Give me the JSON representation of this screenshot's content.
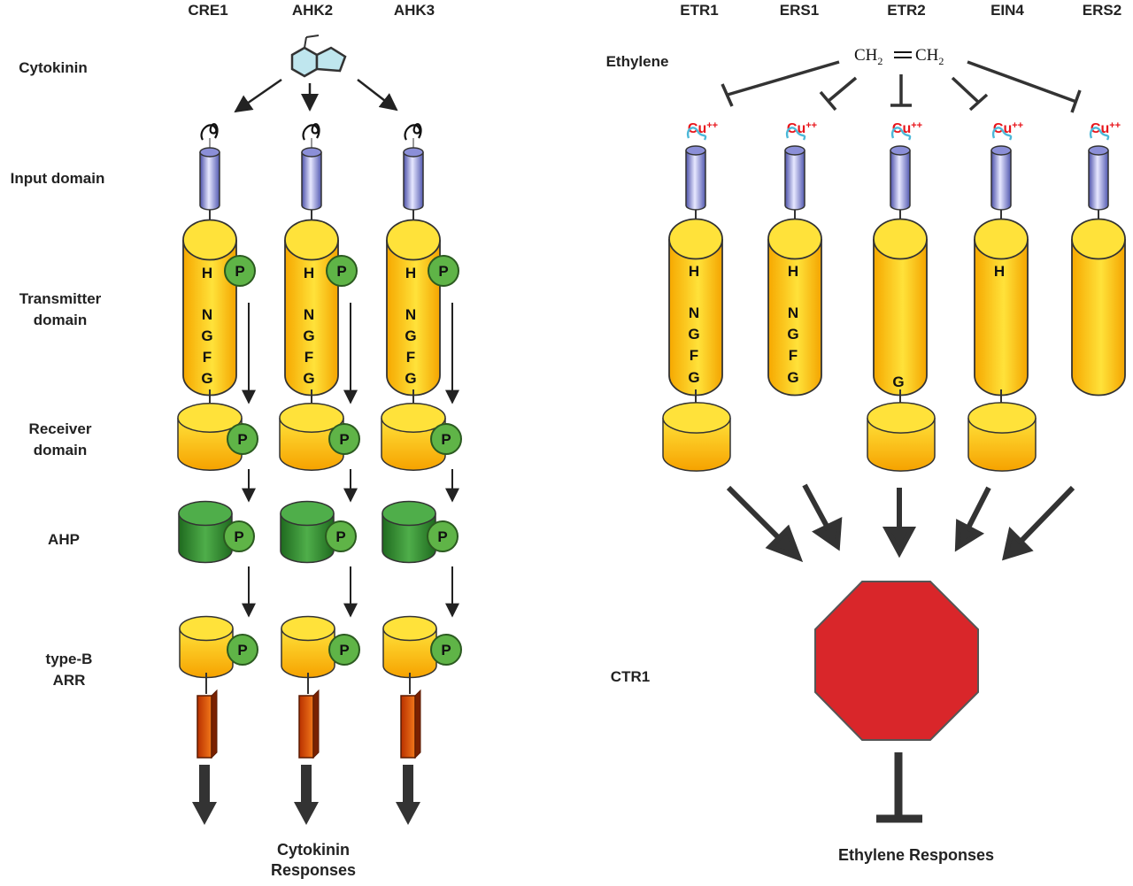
{
  "left_panel": {
    "columns": [
      "CRE1",
      "AHK2",
      "AHK3"
    ],
    "row_labels": {
      "cytokinin": "Cytokinin",
      "input_domain": "Input domain",
      "transmitter_1": "Transmitter",
      "transmitter_2": "domain",
      "receiver_1": "Receiver",
      "receiver_2": "domain",
      "ahp": "AHP",
      "typeb_1": "type-B",
      "typeb_2": "ARR"
    },
    "transmitter_letters": [
      "H",
      "N",
      "G",
      "F",
      "G"
    ],
    "phospho_label": "P",
    "response_1": "Cytokinin",
    "response_2": "Responses"
  },
  "right_panel": {
    "columns": [
      {
        "name": "ETR1",
        "letters": [
          "H",
          "N",
          "G",
          "F",
          "G"
        ],
        "has_receiver": true
      },
      {
        "name": "ERS1",
        "letters": [
          "H",
          "N",
          "G",
          "F",
          "G"
        ],
        "has_receiver": false
      },
      {
        "name": "ETR2",
        "letters": [
          "G"
        ],
        "has_receiver": true
      },
      {
        "name": "EIN4",
        "letters": [
          "H"
        ],
        "has_receiver": true
      },
      {
        "name": "ERS2",
        "letters": [],
        "has_receiver": false
      }
    ],
    "ethylene_label": "Ethylene",
    "formula_left": "CH",
    "formula_right": "CH",
    "formula_sub": "2",
    "copper_label": "Cu",
    "copper_charge": "++",
    "ctr1_label": "CTR1",
    "response": "Ethylene Responses"
  },
  "colors": {
    "yellow_domain": "#ffd21e",
    "input_blue": "#8b8fd8",
    "ahp_green": "#2f8c2f",
    "phospho_green": "#5fb447",
    "ctr1_red": "#d9262a",
    "copper_red": "#e8151b",
    "dna_orange": "#e04a10"
  }
}
